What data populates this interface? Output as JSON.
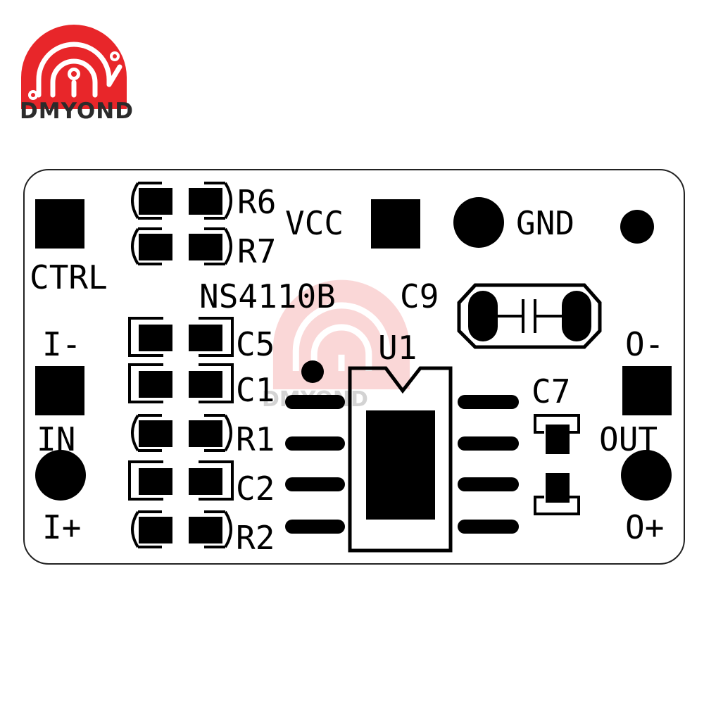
{
  "brand": {
    "name": "DMYOND",
    "color_red": "#e8262a"
  },
  "board": {
    "chip": "NS4110B",
    "labels": {
      "r6": "R6",
      "r7": "R7",
      "vcc": "VCC",
      "gnd": "GND",
      "ctrl": "CTRL",
      "c9": "C9",
      "i_minus": "I-",
      "c5": "C5",
      "u1": "U1",
      "o_minus": "O-",
      "c1": "C1",
      "c7": "C7",
      "in": "IN",
      "r1": "R1",
      "out": "OUT",
      "c2": "C2",
      "i_plus": "I+",
      "r2": "R2",
      "o_plus": "O+"
    }
  }
}
